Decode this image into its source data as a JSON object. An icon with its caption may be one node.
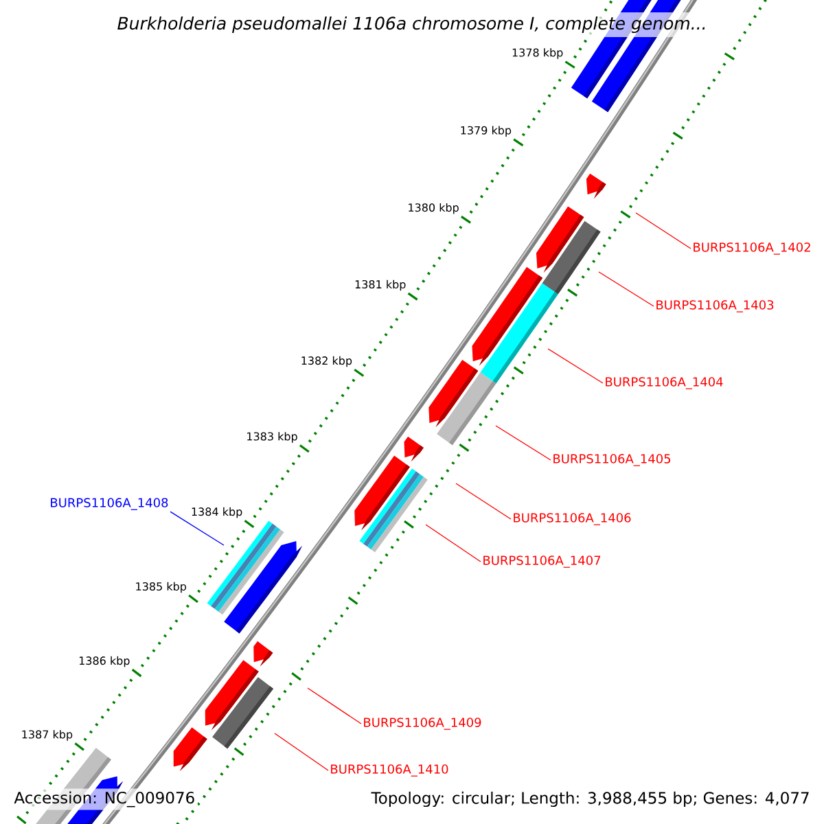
{
  "diagram": {
    "title": "Burkholderia pseudomallei 1106a chromosome I, complete genom...",
    "nodes": [
      {
        "text": [
          "BURPS1106A_1402"
        ]
      },
      {
        "text": [
          "BURPS1106A_1403"
        ]
      },
      {
        "text": [
          "BURPS1106A_1404"
        ]
      },
      {
        "text": [
          "BURPS1106A_1405"
        ]
      },
      {
        "text": [
          "BURPS1106A_1408"
        ]
      },
      {
        "text": [
          "BURPS1106A_1406"
        ]
      },
      {
        "text": [
          "BURPS1106A_1407"
        ]
      },
      {
        "text": [
          "BURPS1106A_1409"
        ]
      },
      {
        "text": [
          "BURPS1106A_1410"
        ]
      }
    ],
    "edges": [
      {
        "from": 0,
        "to": null,
        "arrow": "none"
      },
      {
        "from": 1,
        "to": null,
        "arrow": "none"
      },
      {
        "from": 2,
        "to": null,
        "arrow": "none"
      },
      {
        "from": 3,
        "to": null,
        "arrow": "none"
      },
      {
        "from": 4,
        "to": null,
        "arrow": "none",
        "color": "#0000ff"
      },
      {
        "from": 5,
        "to": null,
        "arrow": "none"
      },
      {
        "from": 6,
        "to": null,
        "arrow": "none"
      },
      {
        "from": 7,
        "to": null,
        "arrow": "none"
      },
      {
        "from": 8,
        "to": null,
        "arrow": "none"
      }
    ],
    "labels": [
      "1378 kbp",
      "1379 kbp",
      "1380 kbp",
      "1381 kbp",
      "1382 kbp",
      "1383 kbp",
      "1384 kbp",
      "1385 kbp",
      "1386 kbp",
      "1387 kbp",
      "Accession: NC_009076",
      "Topology: circular; Length: 3,988,455 bp; Genes: 4,077"
    ]
  }
}
